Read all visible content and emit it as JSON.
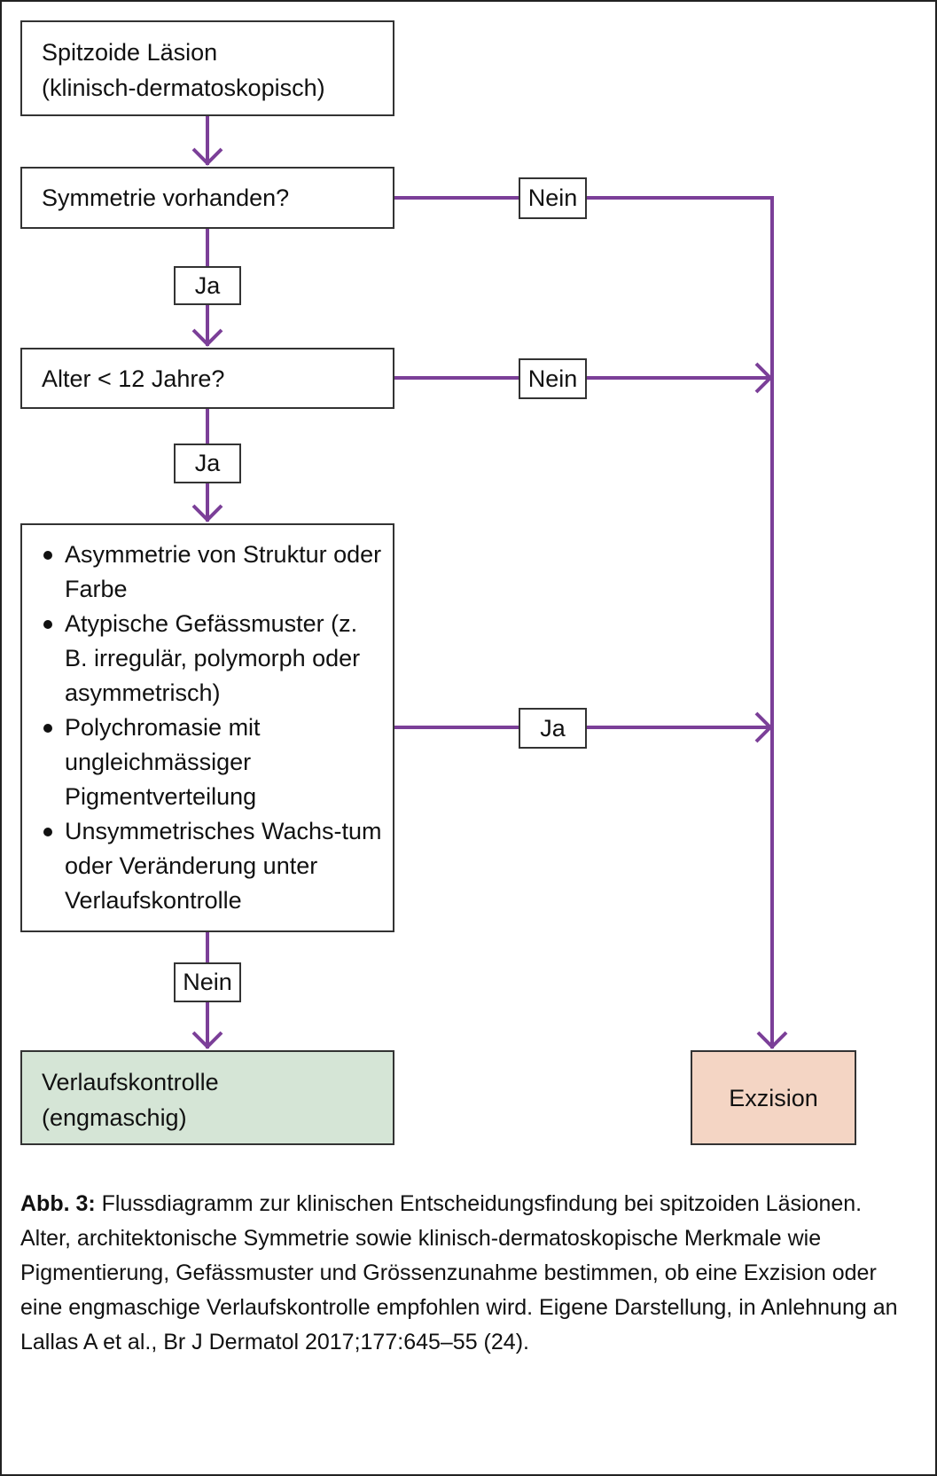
{
  "colors": {
    "arrow": "#7b3f98",
    "box_border": "#333333",
    "green_fill": "#d5e5d6",
    "orange_fill": "#f4d5c4"
  },
  "nodes": {
    "start": {
      "line1": "Spitzoide Läsion",
      "line2": "(klinisch-dermatoskopisch)"
    },
    "symmetry": {
      "text": "Symmetrie vorhanden?"
    },
    "age": {
      "text": "Alter < 12 Jahre?"
    },
    "criteria": {
      "items": [
        "Asymmetrie von Struktur oder Farbe",
        "Atypische Gefässmuster (z. B. irregulär, polymorph oder asymmetrisch)",
        "Polychromasie mit ungleichmässiger Pigmentverteilung",
        "Unsymmetrisches Wachs-tum oder Veränderung unter Verlaufskontrolle"
      ]
    },
    "followup": {
      "line1": "Verlaufskontrolle",
      "line2": "(engmaschig)"
    },
    "excision": {
      "text": "Exzision"
    }
  },
  "edges": {
    "symmetry_yes": "Ja",
    "symmetry_no": "Nein",
    "age_yes": "Ja",
    "age_no": "Nein",
    "criteria_yes": "Ja",
    "criteria_no": "Nein"
  },
  "caption": {
    "label": "Abb. 3:",
    "text": " Flussdiagramm zur klinischen Entscheidungsfindung bei spitzoiden Läsionen. Alter, architektonische Symmetrie sowie klinisch-dermatoskopische Merkmale wie Pigmentierung, Gefässmuster und Grössenzunahme bestimmen, ob eine Exzision oder eine engmaschige Verlaufskontrolle empfohlen wird. Eigene Darstellung, in Anlehnung an Lallas A et al., Br J Dermatol 2017;177:645–55 (24)."
  }
}
